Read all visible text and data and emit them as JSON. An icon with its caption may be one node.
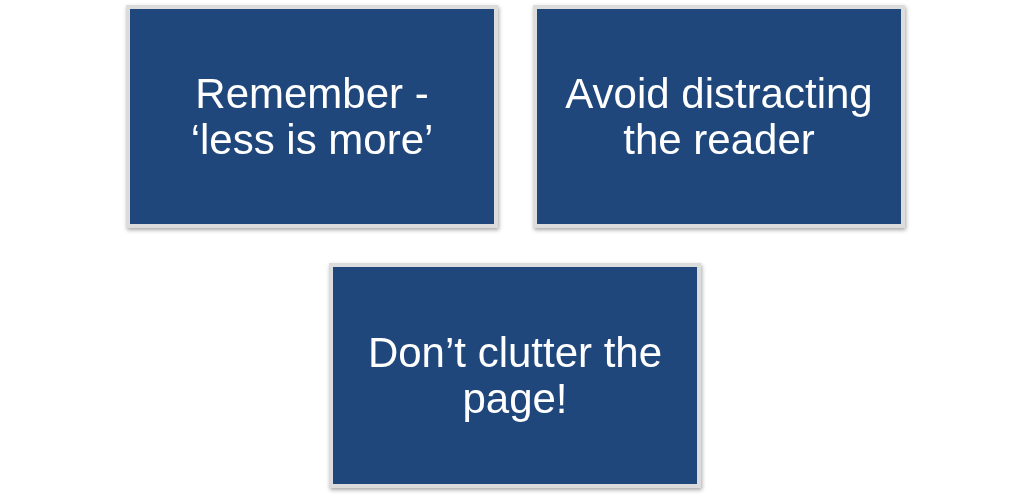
{
  "diagram": {
    "nodes": [
      {
        "text": [
          "Remember - ‘less is more’"
        ]
      },
      {
        "text": [
          "Avoid distracting the reader"
        ]
      },
      {
        "text": [
          "Don’t clutter the page!"
        ]
      }
    ]
  }
}
